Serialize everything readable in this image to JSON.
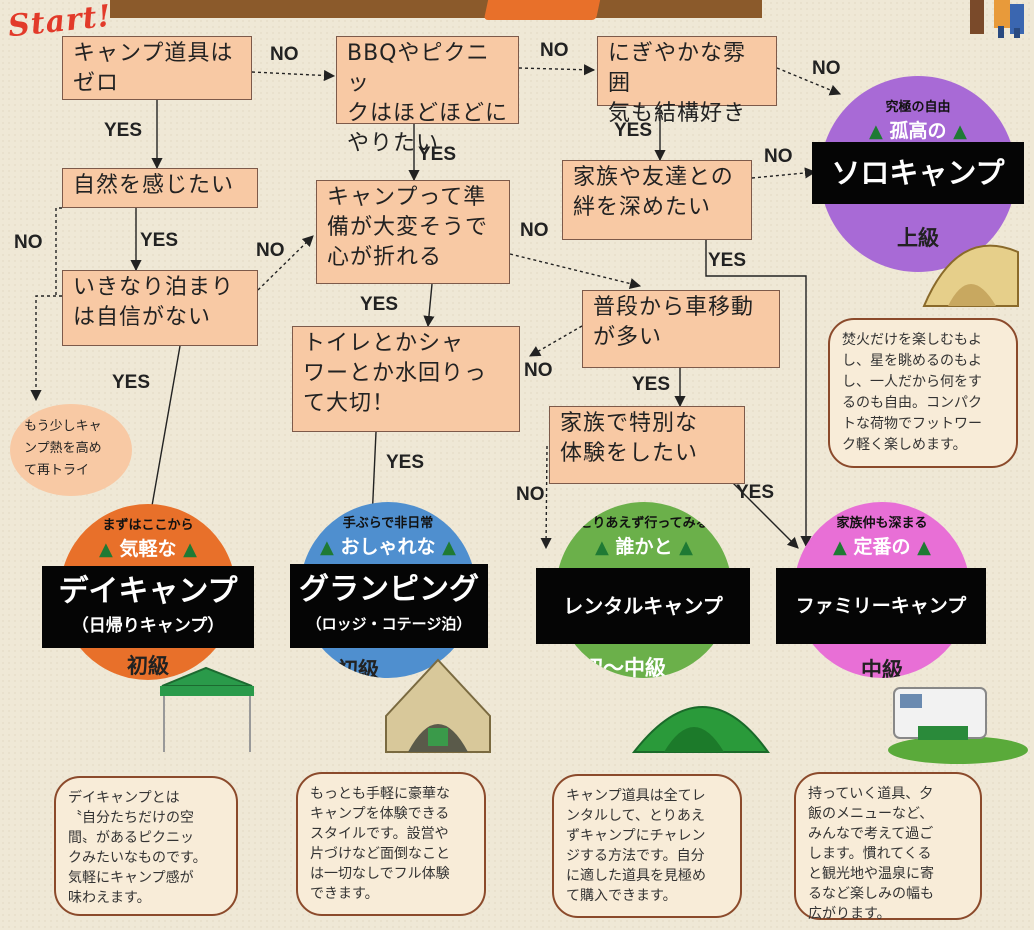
{
  "start_label": "Start!",
  "nodes": {
    "n1": "キャンプ道具は\nゼロ",
    "n2": "BBQやピクニッ\nクはほどほどに\nやりたい",
    "n3": "にぎやかな雰囲\n気も結構好き",
    "n4": "自然を感じたい",
    "n5": "キャンプって準\n備が大変そうで\n心が折れる",
    "n6": "家族や友達との\n絆を深めたい",
    "n7": "いきなり泊まり\nは自信がない",
    "n8": "普段から車移動\nが多い",
    "n9": "トイレとかシャ\nワーとか水回りっ\nて大切！",
    "n10": "家族で特別な\n体験をしたい"
  },
  "edge_labels": {
    "yes": "YES",
    "no": "NO"
  },
  "retry_text": "もう少しキャ\nンプ熱を高め\nて再トライ",
  "results": [
    {
      "tag": "まずはここから",
      "subtitle": "気軽な",
      "title": "デイキャンプ",
      "subtitle2": "（日帰りキャンプ）",
      "level": "初級",
      "color": "#e8702a",
      "description": "デイキャンプとは\n〝自分たちだけの空\n間〟があるピクニッ\nクみたいなものです。\n気軽にキャンプ感が\n味わえます。"
    },
    {
      "tag": "手ぶらで非日常",
      "subtitle": "おしゃれな",
      "title": "グランピング",
      "subtitle2": "（ロッジ・コテージ泊）",
      "level": "初級",
      "color": "#4f8fcf",
      "description": "もっとも手軽に豪華な\nキャンプを体験できる\nスタイルです。設営や\n片づけなど面倒なこと\nは一切なしでフル体験\nできます。"
    },
    {
      "tag": "とりあえず行ってみる",
      "subtitle": "誰かと",
      "title": "レンタルキャンプ",
      "level": "初～中級",
      "color": "#6bb04a",
      "description": "キャンプ道具は全てレ\nンタルして、とりあえ\nずキャンプにチャレン\nジする方法です。自分\nに適した道具を見極め\nて購入できます。"
    },
    {
      "tag": "家族仲も深まる",
      "subtitle": "定番の",
      "title": "ファミリーキャンプ",
      "level": "中級",
      "color": "#e86fd6",
      "description": "持っていく道具、夕\n飯のメニューなど、\nみんなで考えて過ご\nします。慣れてくる\nと観光地や温泉に寄\nるなど楽しみの幅も\n広がります。"
    },
    {
      "tag": "究極の自由",
      "subtitle": "孤高の",
      "title": "ソロキャンプ",
      "level": "上級",
      "color": "#a86ad6",
      "description": "焚火だけを楽しむもよ\nし、星を眺めるのもよ\nし、一人だから何をす\nるのも自由。コンパク\nトな荷物でフットワー\nク軽く楽しめます。"
    }
  ],
  "icons": {
    "tree": "pine-tree-icon"
  }
}
